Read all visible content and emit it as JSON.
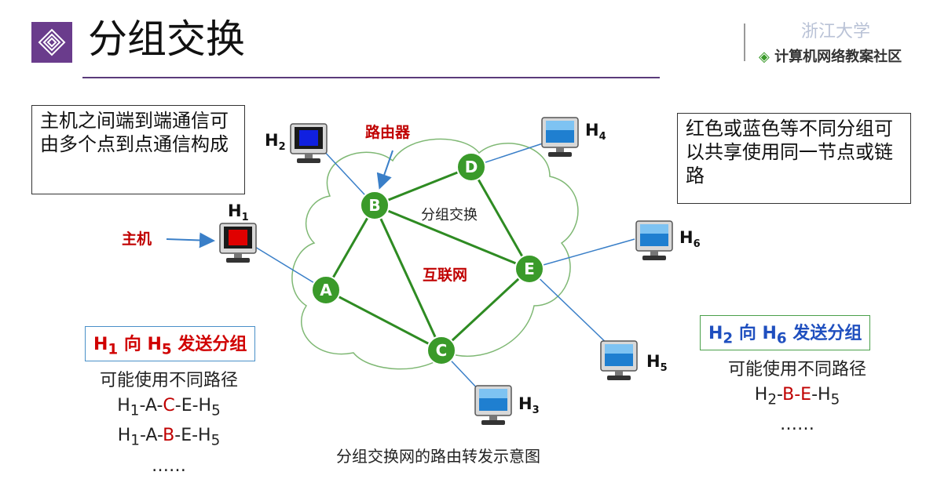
{
  "header": {
    "title": "分组交换",
    "university": "浙江大学",
    "community": "计算机网络教案社区"
  },
  "notes": {
    "left": "主机之间端到端通信可由多个点到点通信构成",
    "right": "红色或蓝色等不同分组可以共享使用同一节点或链路"
  },
  "labels": {
    "router": "路由器",
    "host": "主机",
    "packet_switching": "分组交换",
    "internet": "互联网"
  },
  "nodes": [
    "A",
    "B",
    "C",
    "D",
    "E"
  ],
  "hosts": {
    "H1": {
      "letter": "H",
      "sub": "1",
      "screen_color": "#e00000"
    },
    "H2": {
      "letter": "H",
      "sub": "2",
      "screen_color": "#1020e0"
    },
    "H3": {
      "letter": "H",
      "sub": "3"
    },
    "H4": {
      "letter": "H",
      "sub": "4"
    },
    "H5": {
      "letter": "H",
      "sub": "5"
    },
    "H6": {
      "letter": "H",
      "sub": "6"
    }
  },
  "left_example": {
    "caption_parts": [
      "H",
      "1",
      " 向 H",
      "5",
      " 发送分组"
    ],
    "subtitle": "可能使用不同路径",
    "path1": {
      "pre": "H",
      "s1": "1",
      "a": "-A-",
      "mid": "C",
      "b": "-E-H",
      "s2": "5"
    },
    "path2": {
      "pre": "H",
      "s1": "1",
      "a": "-A-",
      "mid": "B",
      "b": "-E-H",
      "s2": "5"
    },
    "ellipsis": "……"
  },
  "right_example": {
    "caption_parts": [
      "H",
      "2",
      " 向 H",
      "6",
      " 发送分组"
    ],
    "subtitle": "可能使用不同路径",
    "path1": {
      "pre": "H",
      "s1": "2",
      "a": "-",
      "mid": "B-E",
      "b": "-H",
      "s2": "5"
    },
    "ellipsis": "……"
  },
  "figure_caption": "分组交换网的路由转发示意图",
  "colors": {
    "node_fill": "#3a9a2a",
    "link": "#2e8b22",
    "host_line": "#3a7fc8",
    "accent_red": "#c00000",
    "accent_blue": "#1f4fbf",
    "logo": "#6a3c8c"
  }
}
